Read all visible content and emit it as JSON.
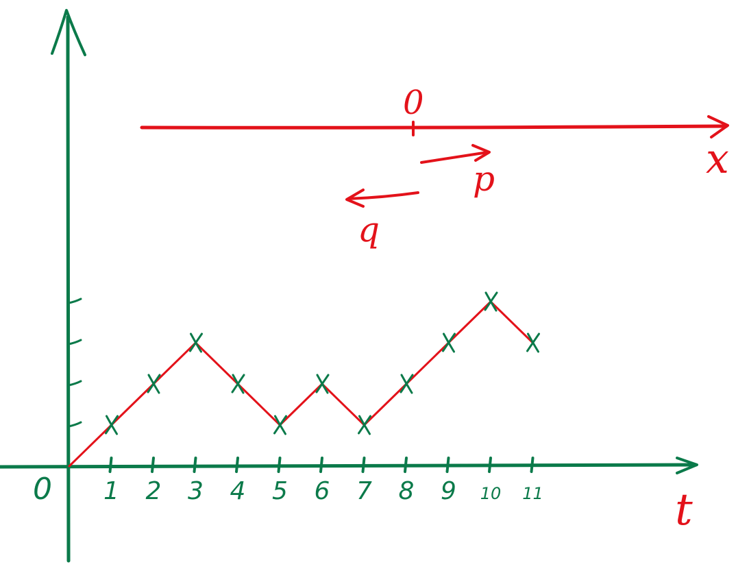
{
  "colors": {
    "axis": "#0b7a4a",
    "path": "#e3121a",
    "background": "#ffffff"
  },
  "time_axis": {
    "origin_label": "0",
    "label": "t",
    "tick_labels": [
      "1",
      "2",
      "3",
      "4",
      "5",
      "6",
      "7",
      "8",
      "9",
      "10",
      "11"
    ]
  },
  "position_axis": {
    "origin_label": "0",
    "label": "x",
    "step_right_label": "p",
    "step_left_label": "q"
  },
  "walk": {
    "times": [
      0,
      1,
      2,
      3,
      4,
      5,
      6,
      7,
      8,
      9,
      10,
      11
    ],
    "positions": [
      0,
      1,
      2,
      3,
      2,
      1,
      2,
      1,
      2,
      3,
      4,
      3
    ]
  }
}
